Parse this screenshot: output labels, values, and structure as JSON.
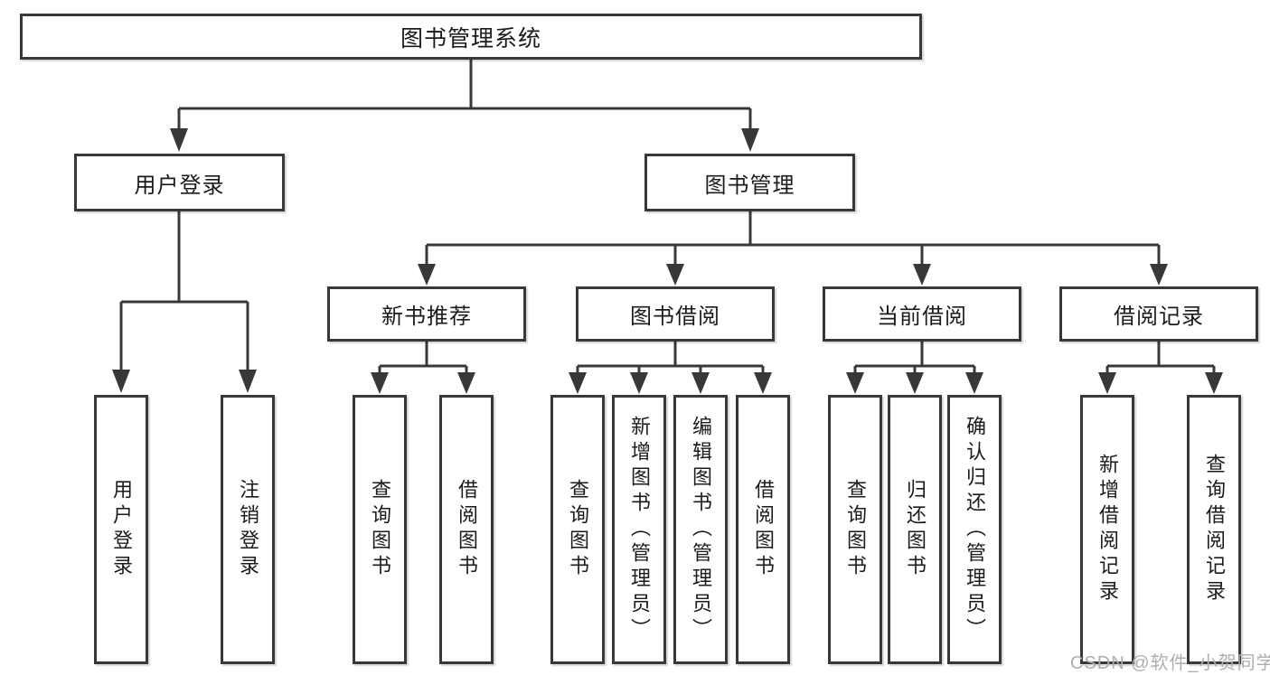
{
  "tree": {
    "root": "图书管理系统",
    "user_login": {
      "label": "用户登录",
      "children": [
        "用户登录",
        "注销登录"
      ]
    },
    "book_management": {
      "label": "图书管理",
      "sections": {
        "new_book_recommend": {
          "label": "新书推荐",
          "children": [
            "查询图书",
            "借阅图书"
          ]
        },
        "book_borrow": {
          "label": "图书借阅",
          "children": [
            "查询图书",
            "新增图书（管理员）",
            "编辑图书（管理员）",
            "借阅图书"
          ]
        },
        "current_borrow": {
          "label": "当前借阅",
          "children": [
            "查询图书",
            "归还图书",
            "确认归还（管理员）"
          ]
        },
        "borrow_record": {
          "label": "借阅记录",
          "children": [
            "新增借阅记录",
            "查询借阅记录"
          ]
        }
      }
    }
  },
  "watermark": "CSDN @软件_小贺同学",
  "colors": {
    "line": "#383838",
    "box_border": "#383838",
    "text": "#1b1b1b",
    "watermark": "#aeaeae",
    "background": "#ffffff"
  }
}
